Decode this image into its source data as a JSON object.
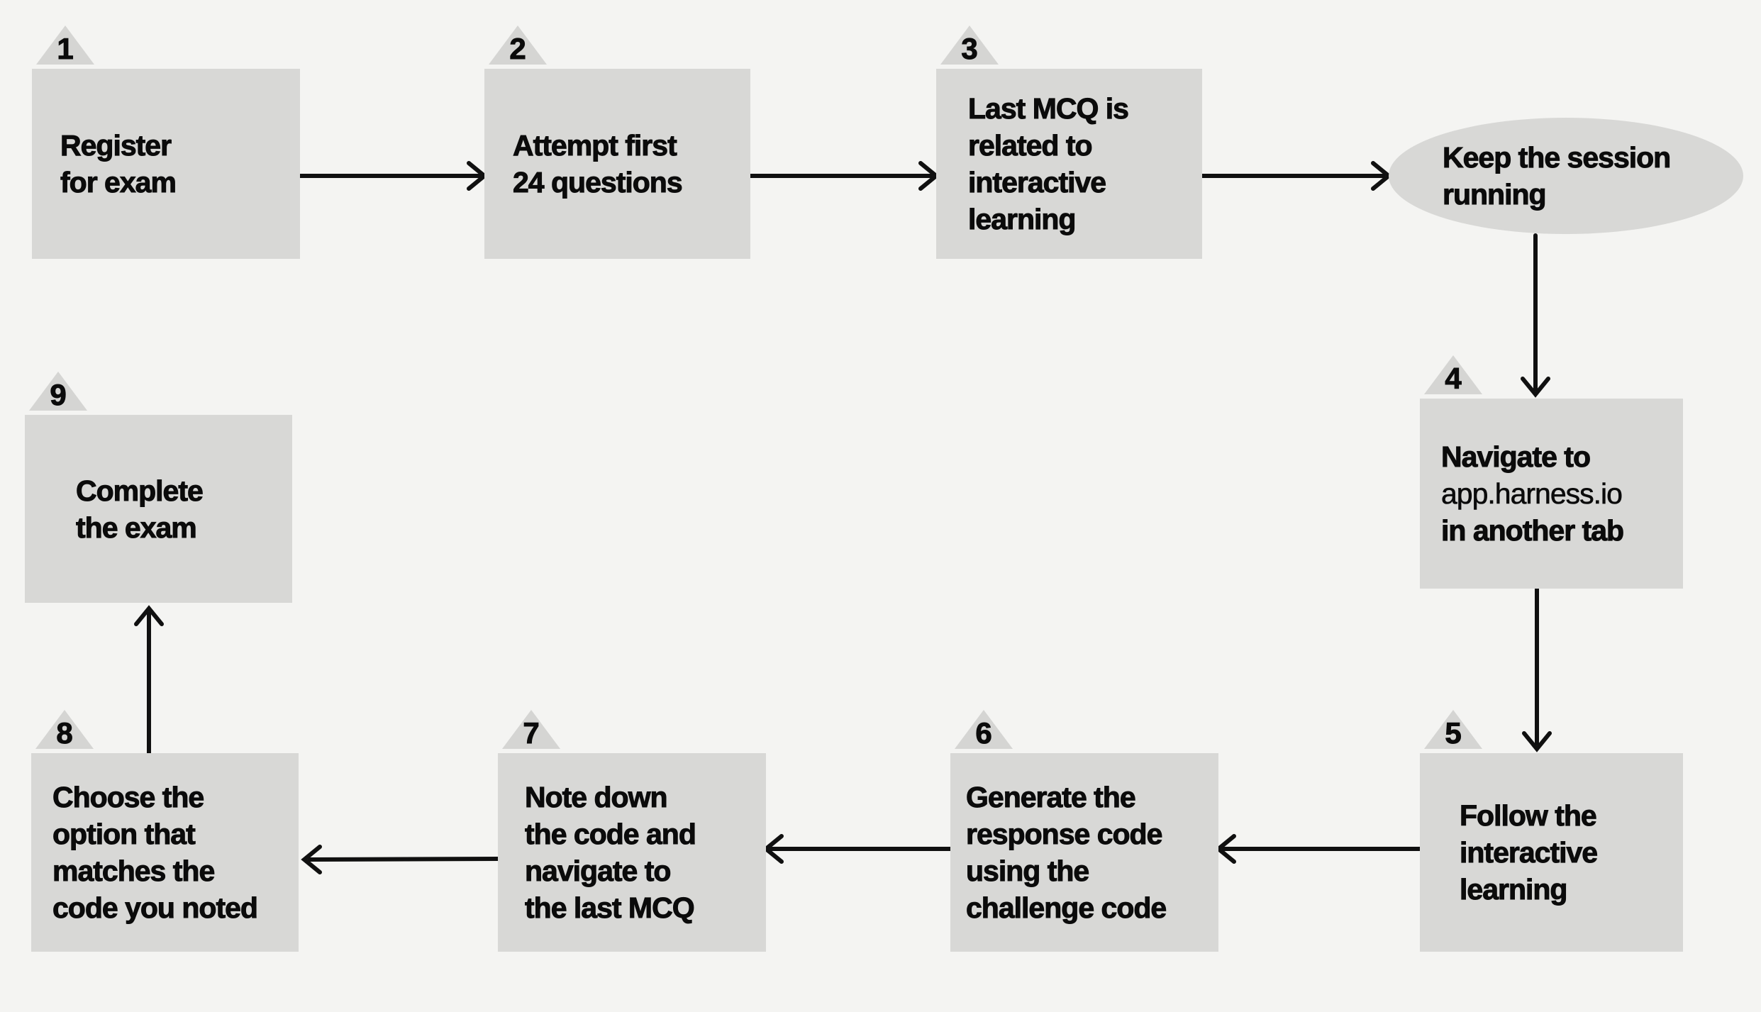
{
  "colors": {
    "background": "#f4f4f2",
    "node_fill": "#d8d8d6",
    "badge_fill": "#d5d5d3",
    "text": "#0b0b0b",
    "arrow": "#101010"
  },
  "nodes": [
    {
      "id": "register-for-exam",
      "badge": "1",
      "shape": "rect",
      "lines": [
        "Register",
        "for exam"
      ]
    },
    {
      "id": "attempt-first-24-questions",
      "badge": "2",
      "shape": "rect",
      "lines": [
        "Attempt first",
        "24 questions"
      ]
    },
    {
      "id": "last-mcq-interactive-learning",
      "badge": "3",
      "shape": "rect",
      "lines": [
        "Last MCQ is",
        "related to",
        "interactive",
        "learning"
      ]
    },
    {
      "id": "keep-the-session-running",
      "badge": "",
      "shape": "ellipse",
      "lines": [
        "Keep the session",
        "running"
      ]
    },
    {
      "id": "navigate-to-app-harness-io",
      "badge": "4",
      "shape": "rect",
      "lines": [
        "Navigate to",
        "app.harness.io",
        "in another tab"
      ]
    },
    {
      "id": "follow-the-interactive-learning",
      "badge": "5",
      "shape": "rect",
      "lines": [
        "Follow the",
        "interactive",
        "learning"
      ]
    },
    {
      "id": "generate-the-response-code",
      "badge": "6",
      "shape": "rect",
      "lines": [
        "Generate the",
        "response code",
        "using the",
        "challenge code"
      ]
    },
    {
      "id": "note-down-the-code",
      "badge": "7",
      "shape": "rect",
      "lines": [
        "Note down",
        "the code and",
        "navigate to",
        "the last MCQ"
      ]
    },
    {
      "id": "choose-the-option",
      "badge": "8",
      "shape": "rect",
      "lines": [
        "Choose the",
        "option that",
        "matches the",
        "code you noted"
      ]
    },
    {
      "id": "complete-the-exam",
      "badge": "9",
      "shape": "rect",
      "lines": [
        "Complete",
        "the exam"
      ]
    }
  ],
  "edges": [
    {
      "from": "register-for-exam",
      "to": "attempt-first-24-questions",
      "direction": "right"
    },
    {
      "from": "attempt-first-24-questions",
      "to": "last-mcq-interactive-learning",
      "direction": "right"
    },
    {
      "from": "last-mcq-interactive-learning",
      "to": "keep-the-session-running",
      "direction": "right"
    },
    {
      "from": "keep-the-session-running",
      "to": "navigate-to-app-harness-io",
      "direction": "down"
    },
    {
      "from": "navigate-to-app-harness-io",
      "to": "follow-the-interactive-learning",
      "direction": "down"
    },
    {
      "from": "follow-the-interactive-learning",
      "to": "generate-the-response-code",
      "direction": "left"
    },
    {
      "from": "generate-the-response-code",
      "to": "note-down-the-code",
      "direction": "left"
    },
    {
      "from": "note-down-the-code",
      "to": "choose-the-option",
      "direction": "left"
    },
    {
      "from": "choose-the-option",
      "to": "complete-the-exam",
      "direction": "up"
    }
  ]
}
